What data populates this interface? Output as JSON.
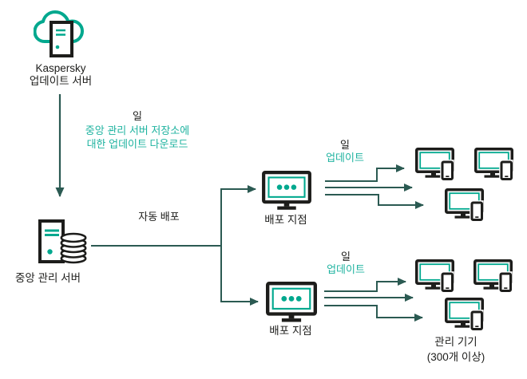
{
  "colors": {
    "accent_teal": "#00a88e",
    "teal_text": "#1fb3a0",
    "connector_line": "#2b5a52",
    "icon_dark": "#1d1d1b",
    "background": "#ffffff"
  },
  "nodes": {
    "kaspersky_update_servers": {
      "icon": "cloud-server-icon",
      "label_line1": "Kaspersky",
      "label_line2": "업데이트 서버"
    },
    "administration_server": {
      "icon": "server-database-icon",
      "label": "중앙 관리 서버"
    },
    "distribution_point_top": {
      "icon": "distribution-point-monitor-icon",
      "label": "배포 지점"
    },
    "distribution_point_bottom": {
      "icon": "distribution-point-monitor-icon",
      "label": "배포 지점"
    },
    "managed_devices": {
      "icon": "workstation-icon",
      "label_line1": "관리 기기",
      "label_line2": "(300개 이상)"
    }
  },
  "annotations": {
    "daily_download": {
      "line1": "일",
      "line2": "중앙 관리 서버 저장소에",
      "line3": "대한 업데이트 다운로드"
    },
    "automatic_distribution": {
      "label": "자동 배포"
    },
    "daily_updates_top": {
      "line1": "일",
      "line2": "업데이트"
    },
    "daily_updates_bottom": {
      "line1": "일",
      "line2": "업데이트"
    }
  }
}
